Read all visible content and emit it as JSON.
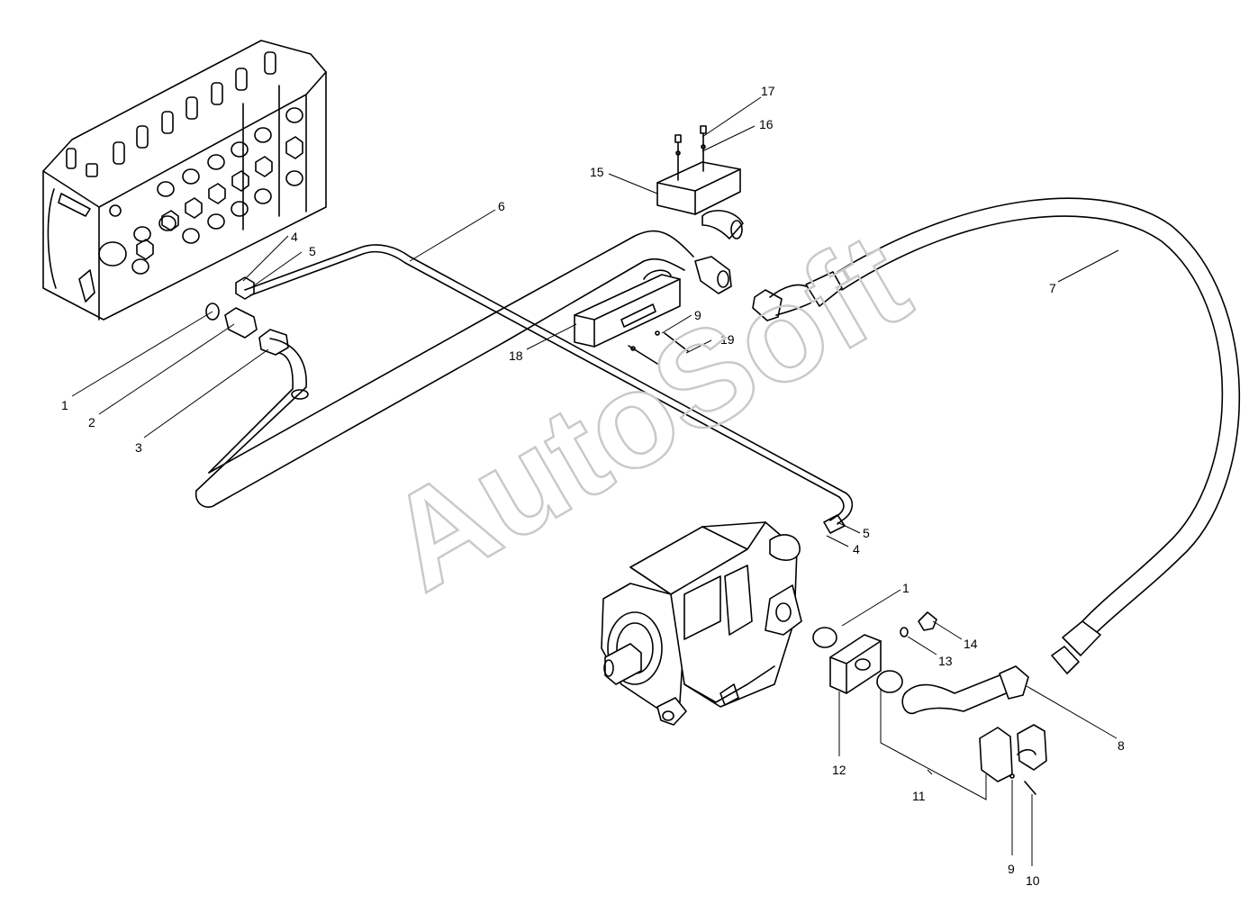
{
  "watermark": "AutoSoft",
  "callouts": [
    {
      "id": "c1a",
      "text": "1"
    },
    {
      "id": "c2",
      "text": "2"
    },
    {
      "id": "c3",
      "text": "3"
    },
    {
      "id": "c4a",
      "text": "4"
    },
    {
      "id": "c5a",
      "text": "5"
    },
    {
      "id": "c6",
      "text": "6"
    },
    {
      "id": "c7",
      "text": "7"
    },
    {
      "id": "c8",
      "text": "8"
    },
    {
      "id": "c9a",
      "text": "9"
    },
    {
      "id": "c9b",
      "text": "9"
    },
    {
      "id": "c10",
      "text": "10"
    },
    {
      "id": "c11",
      "text": "11"
    },
    {
      "id": "c12",
      "text": "12"
    },
    {
      "id": "c13",
      "text": "13"
    },
    {
      "id": "c14",
      "text": "14"
    },
    {
      "id": "c15",
      "text": "15"
    },
    {
      "id": "c16",
      "text": "16"
    },
    {
      "id": "c17",
      "text": "17"
    },
    {
      "id": "c18",
      "text": "18"
    },
    {
      "id": "c19",
      "text": "19"
    },
    {
      "id": "c1b",
      "text": "1"
    },
    {
      "id": "c4b",
      "text": "4"
    },
    {
      "id": "c5b",
      "text": "5"
    }
  ]
}
